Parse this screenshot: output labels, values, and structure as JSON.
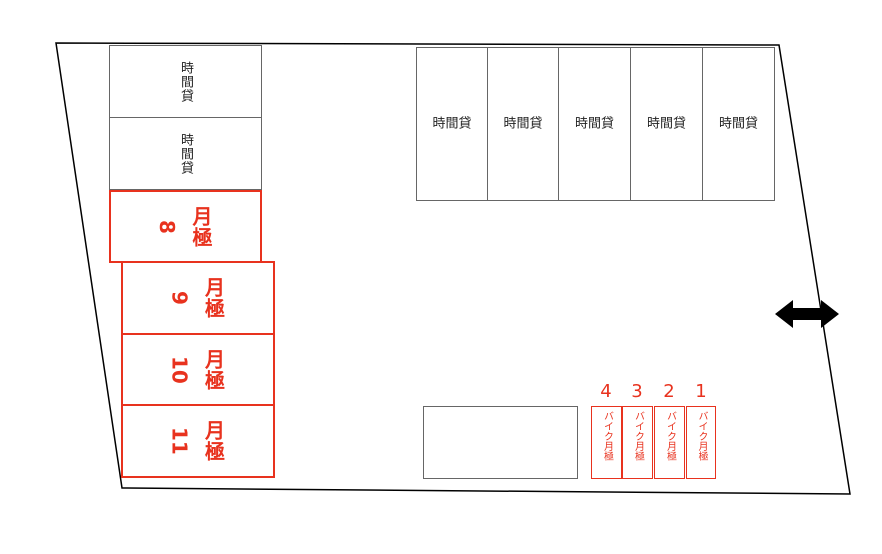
{
  "hourly_label": "時間貸",
  "monthly_label": "月極",
  "bike_label": "バイク月極",
  "left_hourly": [
    {
      "label": "時間貸"
    },
    {
      "label": "時間貸"
    }
  ],
  "top_hourly": [
    {
      "label": "時間貸"
    },
    {
      "label": "時間貸"
    },
    {
      "label": "時間貸"
    },
    {
      "label": "時間貸"
    },
    {
      "label": "時間貸"
    }
  ],
  "monthly_slots": [
    {
      "label": "月極",
      "number": "8"
    },
    {
      "label": "月極",
      "number": "9"
    },
    {
      "label": "月極",
      "number": "10"
    },
    {
      "label": "月極",
      "number": "11"
    }
  ],
  "bike_slots": [
    {
      "number": "4",
      "label": "バイク月極"
    },
    {
      "number": "3",
      "label": "バイク月極"
    },
    {
      "number": "2",
      "label": "バイク月極"
    },
    {
      "number": "1",
      "label": "バイク月極"
    }
  ],
  "colors": {
    "monthly_red": "#e8321e",
    "outline": "#000000",
    "slot_border": "#666666"
  },
  "icons": {
    "entrance": "double-arrow-icon"
  }
}
